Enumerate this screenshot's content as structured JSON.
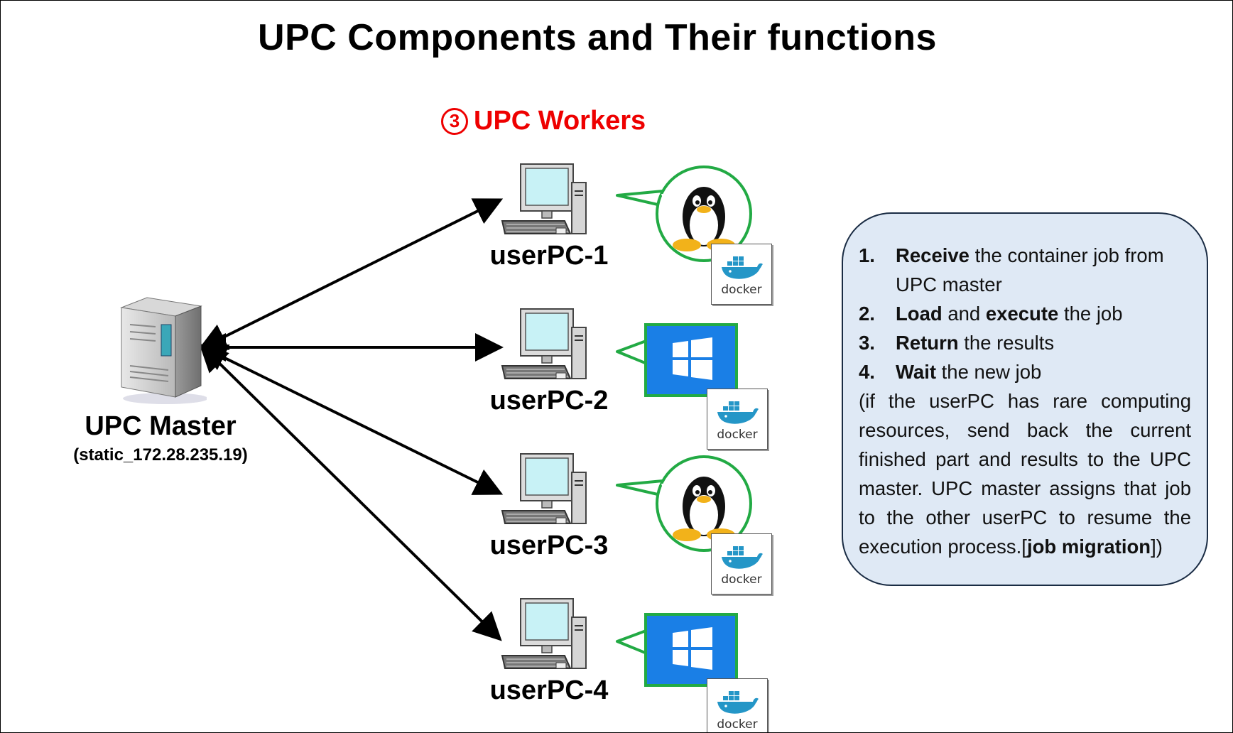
{
  "title": "UPC Components and Their functions",
  "workers": {
    "number": "3",
    "label": "UPC Workers"
  },
  "master": {
    "label": "UPC Master",
    "ip": "(static_172.28.235.19)"
  },
  "pcs": [
    {
      "label": "userPC-1",
      "os": "linux"
    },
    {
      "label": "userPC-2",
      "os": "windows"
    },
    {
      "label": "userPC-3",
      "os": "linux"
    },
    {
      "label": "userPC-4",
      "os": "windows"
    }
  ],
  "docker_text": "docker",
  "info": {
    "steps": [
      {
        "num": "1.",
        "bold": "Receive",
        "rest": " the container job from UPC master"
      },
      {
        "num": "2.",
        "bold": "Load",
        "mid": " and ",
        "bold2": "execute",
        "rest": " the job"
      },
      {
        "num": "3.",
        "bold": "Return",
        "rest": " the results"
      },
      {
        "num": "4.",
        "bold": "Wait",
        "rest": " the new job"
      }
    ],
    "note_pre": "(if the userPC has rare computing resources, send back the current finished part and results to the UPC master. UPC master assigns that job to the other userPC to resume the execution process.[",
    "note_bold": "job migration",
    "note_post": "])"
  },
  "colors": {
    "worker_red": "#ee0000",
    "bubble_green": "#22aa44",
    "windows_blue": "#1a7fe6",
    "docker_blue": "#2496c7",
    "info_bg": "#dfe9f5"
  }
}
